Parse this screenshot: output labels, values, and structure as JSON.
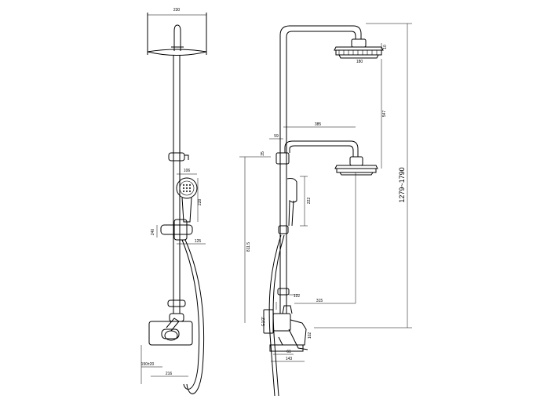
{
  "front_view": {
    "width_head": "230",
    "handshower_width": "106",
    "handshower_height": "228",
    "holder_label": "240",
    "holder_offset": "125",
    "spout_spacing": "150±20",
    "mixer_width": "216"
  },
  "side_view": {
    "head_thickness": "10",
    "head_diameter": "180",
    "upper_arm": "547",
    "arm_reach": "385",
    "lower_arm_offset": "59",
    "lower_gap": "35",
    "handshower_height": "222",
    "center_height": "811.5",
    "mixer_height": "122",
    "mixer_reach": "315",
    "inlet_thread": "G1/2\"",
    "mixer_depth": "102",
    "mixer_front": "61",
    "mixer_base": "143",
    "total_height": "1279~1790"
  }
}
